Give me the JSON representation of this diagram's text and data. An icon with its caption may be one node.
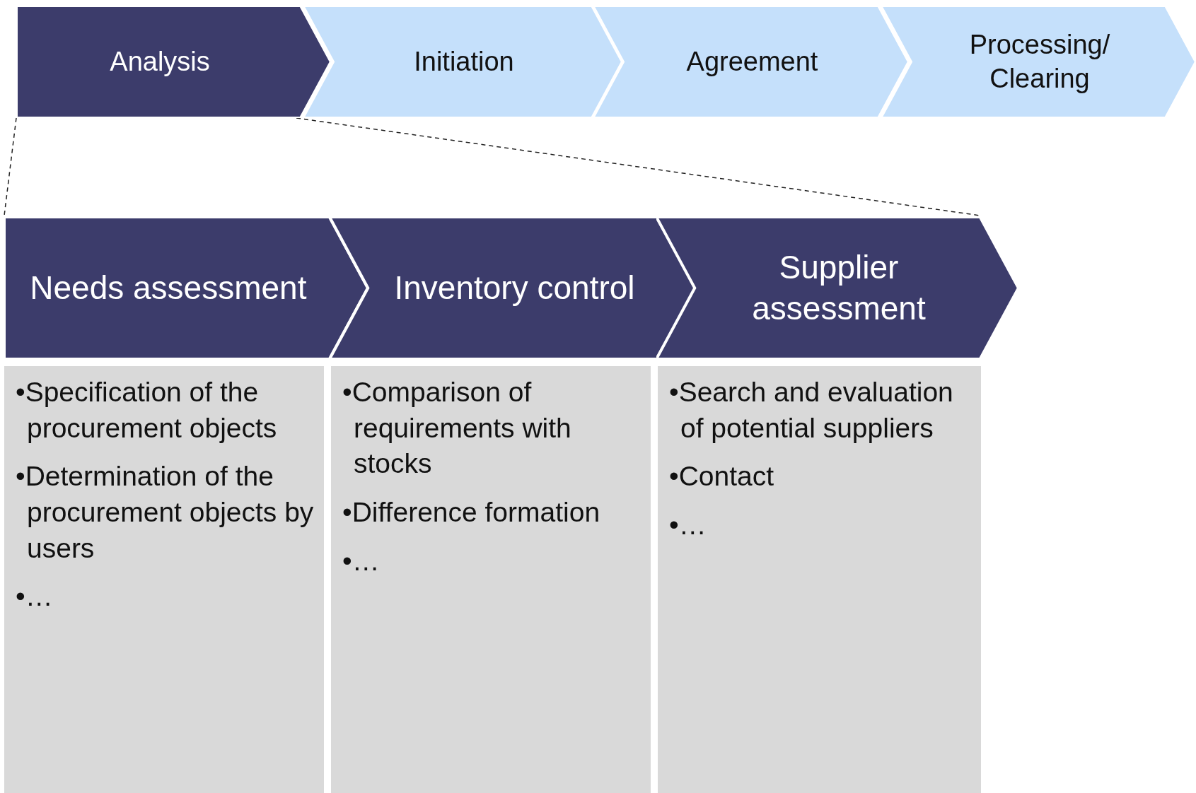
{
  "diagram": {
    "nodes": [
      {
        "text": [
          "Analysis"
        ]
      },
      {
        "text": [
          "Initiation"
        ]
      },
      {
        "text": [
          "Agreement"
        ]
      },
      {
        "text": [
          "Processing/ Clearing"
        ]
      },
      {
        "text": [
          "Needs assessment"
        ]
      },
      {
        "text": [
          "Inventory control"
        ]
      },
      {
        "text": [
          "Supplier assessment"
        ]
      },
      {
        "text": [
          "•Specification of the procurement objects",
          "•Determination of the procurement objects by users",
          "•…"
        ]
      },
      {
        "text": [
          "•Comparison of requirements with stocks",
          "•Difference formation",
          "•…"
        ]
      },
      {
        "text": [
          "•Search and evaluation of potential suppliers",
          "•Contact",
          "•…"
        ]
      }
    ],
    "edges": [
      {
        "from": 0,
        "to": 4,
        "arrow": "none",
        "style": "dashed"
      },
      {
        "from": 0,
        "to": 6,
        "arrow": "none",
        "style": "dashed"
      }
    ]
  }
}
